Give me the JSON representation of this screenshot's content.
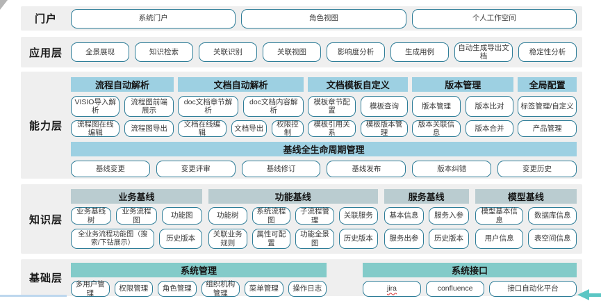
{
  "portal": {
    "label": "门户",
    "buttons": [
      "系统门户",
      "角色视图",
      "个人工作空间"
    ]
  },
  "application": {
    "label": "应用层",
    "buttons": [
      "全景展现",
      "知识检索",
      "关联识别",
      "关联视图",
      "影响度分析",
      "生成用例",
      "自动生成导出文档",
      "稳定性分析"
    ]
  },
  "capability": {
    "label": "能力层",
    "groups": [
      {
        "title": "流程自动解析",
        "rows": [
          [
            "VISIO导入解析",
            "流程图前端展示"
          ],
          [
            "流程图在线编辑",
            "流程图导出"
          ]
        ]
      },
      {
        "title": "文档自动解析",
        "rows": [
          [
            "doc文档章节解析",
            "doc文档内容解析"
          ],
          [
            "文档在线编辑",
            "文档导出",
            "权限控制"
          ]
        ]
      },
      {
        "title": "文档模板自定义",
        "rows": [
          [
            "模板章节配置",
            "模板查询"
          ],
          [
            "模板引用关系",
            "模板版本管理"
          ]
        ]
      },
      {
        "title": "版本管理",
        "rows": [
          [
            "版本管理",
            "版本比对"
          ],
          [
            "版本关联信息",
            "版本合并"
          ]
        ]
      },
      {
        "title": "全局配置",
        "rows": [
          [
            "标签管理/自定义"
          ],
          [
            "产品管理"
          ]
        ]
      }
    ],
    "baseline": {
      "title": "基线全生命周期管理",
      "buttons": [
        "基线变更",
        "变更评审",
        "基线修订",
        "基线发布",
        "版本纠错",
        "变更历史"
      ]
    }
  },
  "knowledge": {
    "label": "知识层",
    "groups": [
      {
        "title": "业务基线",
        "rows": [
          [
            "业务基线树",
            "业务流程图",
            "功能图"
          ],
          [
            "全业务流程功能图（搜索/下钻展示）",
            "历史版本"
          ]
        ]
      },
      {
        "title": "功能基线",
        "rows": [
          [
            "功能树",
            "系统流程图",
            "子流程管理",
            "关联服务"
          ],
          [
            "关联业务规则",
            "属性可配置",
            "功能全景图",
            "历史版本"
          ]
        ]
      },
      {
        "title": "服务基线",
        "rows": [
          [
            "基本信息",
            "服务入参"
          ],
          [
            "服务出参",
            "历史版本"
          ]
        ]
      },
      {
        "title": "模型基线",
        "rows": [
          [
            "模型基本信息",
            "数据库信息"
          ],
          [
            "用户信息",
            "表空间信息"
          ]
        ]
      }
    ]
  },
  "foundation": {
    "label": "基础层",
    "groups": [
      {
        "title": "系统管理",
        "rows": [
          [
            "多用户管理",
            "权限管理",
            "角色管理",
            "组织机构管理",
            "菜单管理",
            "操作日志"
          ]
        ]
      },
      {
        "title": "系统接口",
        "rows": [
          [
            "jira",
            "confluence",
            "接口自动化平台"
          ]
        ]
      }
    ]
  },
  "misc": {
    "spellcheck_word": "jira"
  },
  "colors": {
    "band_background": "#efefef",
    "capability_header": "#9dd0e2",
    "knowledge_header": "#baccd0",
    "foundation_header": "#83cbc9",
    "button_border": "#2e7d98",
    "arrow_accent": "#5bc6c4",
    "bottom_left_line": "#bdd7ee"
  }
}
